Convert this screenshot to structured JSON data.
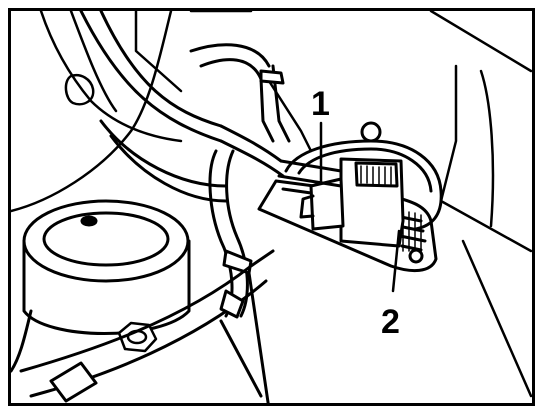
{
  "figure": {
    "description_style": "technical line illustration",
    "stroke_color": "#000000",
    "background_color": "#ffffff"
  },
  "callouts": [
    {
      "id": "1",
      "label": "1"
    },
    {
      "id": "2",
      "label": "2"
    }
  ]
}
